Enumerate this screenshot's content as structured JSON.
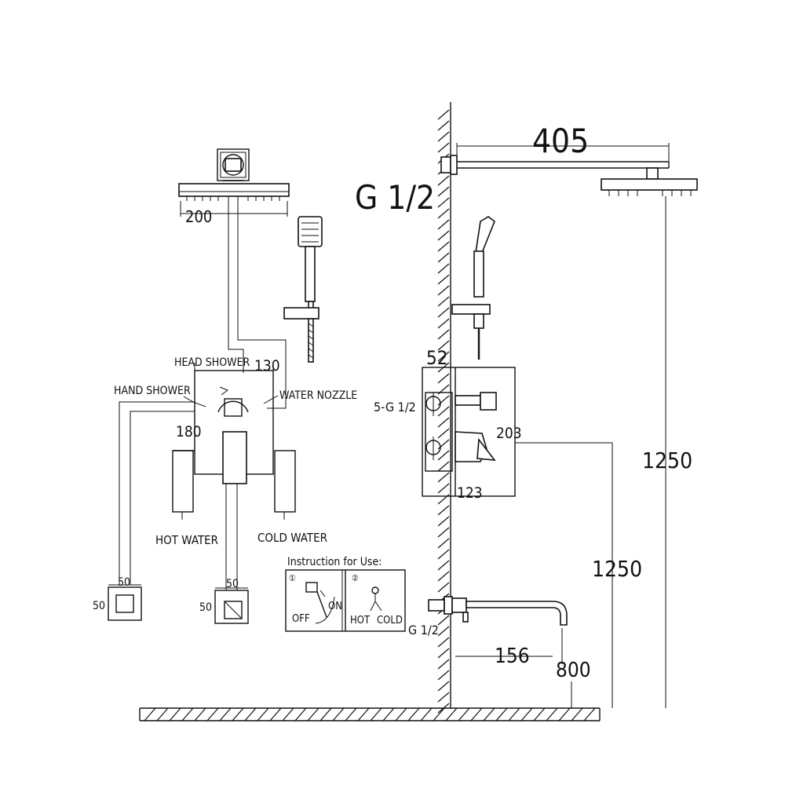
{
  "labels": {
    "dim_200": "200",
    "head_shower": "HEAD SHOWER",
    "dim_130": "130",
    "hand_shower": "HAND SHOWER",
    "water_nozzle": "WATER NOZZLE",
    "dim_180": "180",
    "hot_water": "HOT WATER",
    "cold_water": "COLD WATER",
    "dim_50_a_top": "50",
    "dim_50_a_side": "50",
    "dim_50_b_top": "50",
    "dim_50_b_side": "50",
    "instruction_title": "Instruction for Use:",
    "step1": "①",
    "step2": "②",
    "off": "OFF",
    "on": "ON",
    "hot": "HOT",
    "cold": "COLD",
    "dim_405": "405",
    "g12_top": "G 1/2",
    "dim_52": "52",
    "g12_5": "5-G 1/2",
    "dim_203": "203",
    "dim_123": "123",
    "dim_1250_right": "1250",
    "dim_1250_mid": "1250",
    "g12_spout": "G 1/2",
    "dim_156": "156",
    "dim_800": "800"
  }
}
